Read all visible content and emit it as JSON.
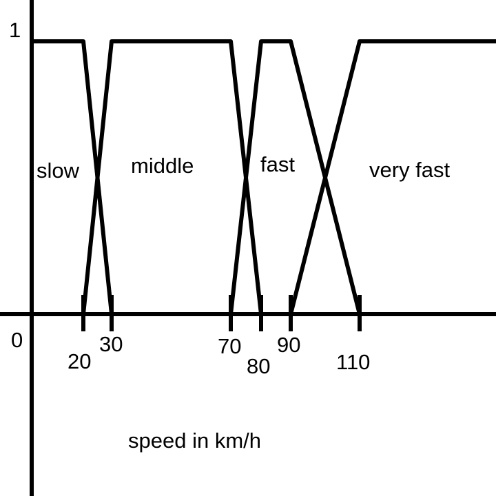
{
  "chart_data": {
    "type": "line",
    "xlabel": "speed in km/h",
    "x_ticks": [
      "20",
      "30",
      "70",
      "80",
      "90",
      "110"
    ],
    "y_ticks": [
      "0",
      "1"
    ],
    "series": [
      {
        "name": "slow",
        "x": [
          0,
          20,
          30
        ],
        "y": [
          1,
          1,
          0
        ]
      },
      {
        "name": "middle",
        "x": [
          20,
          30,
          70,
          80
        ],
        "y": [
          0,
          1,
          1,
          0
        ]
      },
      {
        "name": "fast",
        "x": [
          70,
          80,
          90,
          110
        ],
        "y": [
          0,
          1,
          1,
          0
        ]
      },
      {
        "name": "very fast",
        "x": [
          90,
          110
        ],
        "y": [
          0,
          1
        ]
      }
    ]
  },
  "colors": {
    "line": "#000000",
    "background": "#ffffff"
  }
}
